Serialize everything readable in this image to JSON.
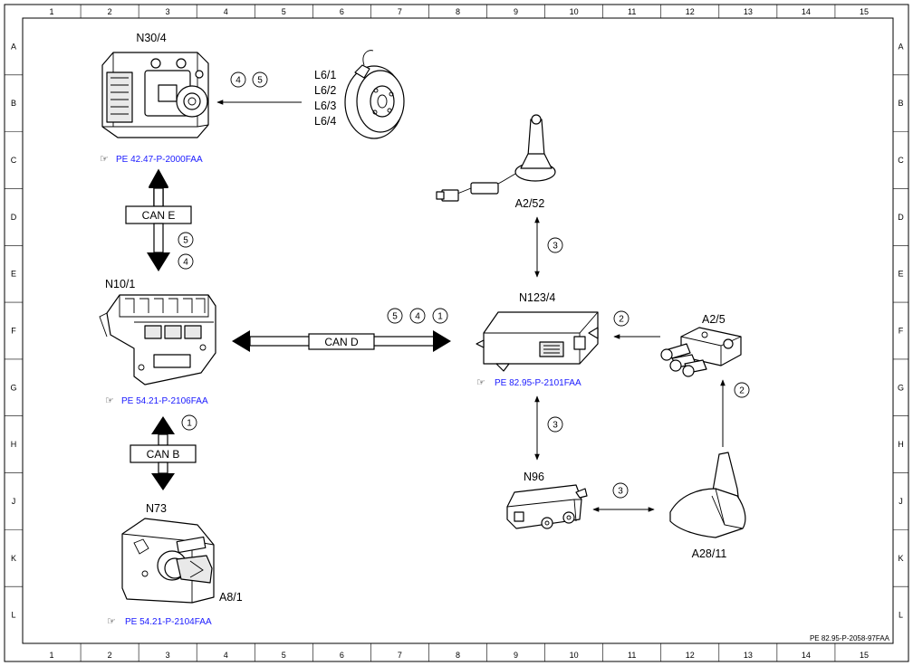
{
  "frame": {
    "columns": [
      "1",
      "2",
      "3",
      "4",
      "5",
      "6",
      "7",
      "8",
      "9",
      "10",
      "11",
      "12",
      "13",
      "14",
      "15"
    ],
    "rows": [
      "A",
      "B",
      "C",
      "D",
      "E",
      "F",
      "G",
      "H",
      "J",
      "K",
      "L"
    ],
    "drawing_code": "PE 82.95-P-2058-97FAA"
  },
  "components": {
    "n30_4": "N30/4",
    "l6": [
      "L6/1",
      "L6/2",
      "L6/3",
      "L6/4"
    ],
    "n10_1": "N10/1",
    "n73": "N73",
    "a8_1": "A8/1",
    "a2_52": "A2/52",
    "n123_4": "N123/4",
    "a2_5": "A2/5",
    "n96": "N96",
    "a28_11": "A28/11"
  },
  "references": {
    "n30_4": "PE 42.47-P-2000FAA",
    "n10_1": "PE 54.21-P-2106FAA",
    "n73": "PE 54.21-P-2104FAA",
    "n123_4": "PE 82.95-P-2101FAA"
  },
  "buses": {
    "can_e": "CAN E",
    "can_d": "CAN D",
    "can_b": "CAN B"
  },
  "bubbles": {
    "l6_n30_a": "4",
    "l6_n30_b": "5",
    "cane_a": "5",
    "cane_b": "4",
    "cand_a": "5",
    "cand_b": "4",
    "cand_c": "1",
    "canb": "1",
    "a252": "3",
    "a25_n123": "2",
    "a2811_a25": "2",
    "n123_n96": "3",
    "n96_a2811": "3"
  }
}
